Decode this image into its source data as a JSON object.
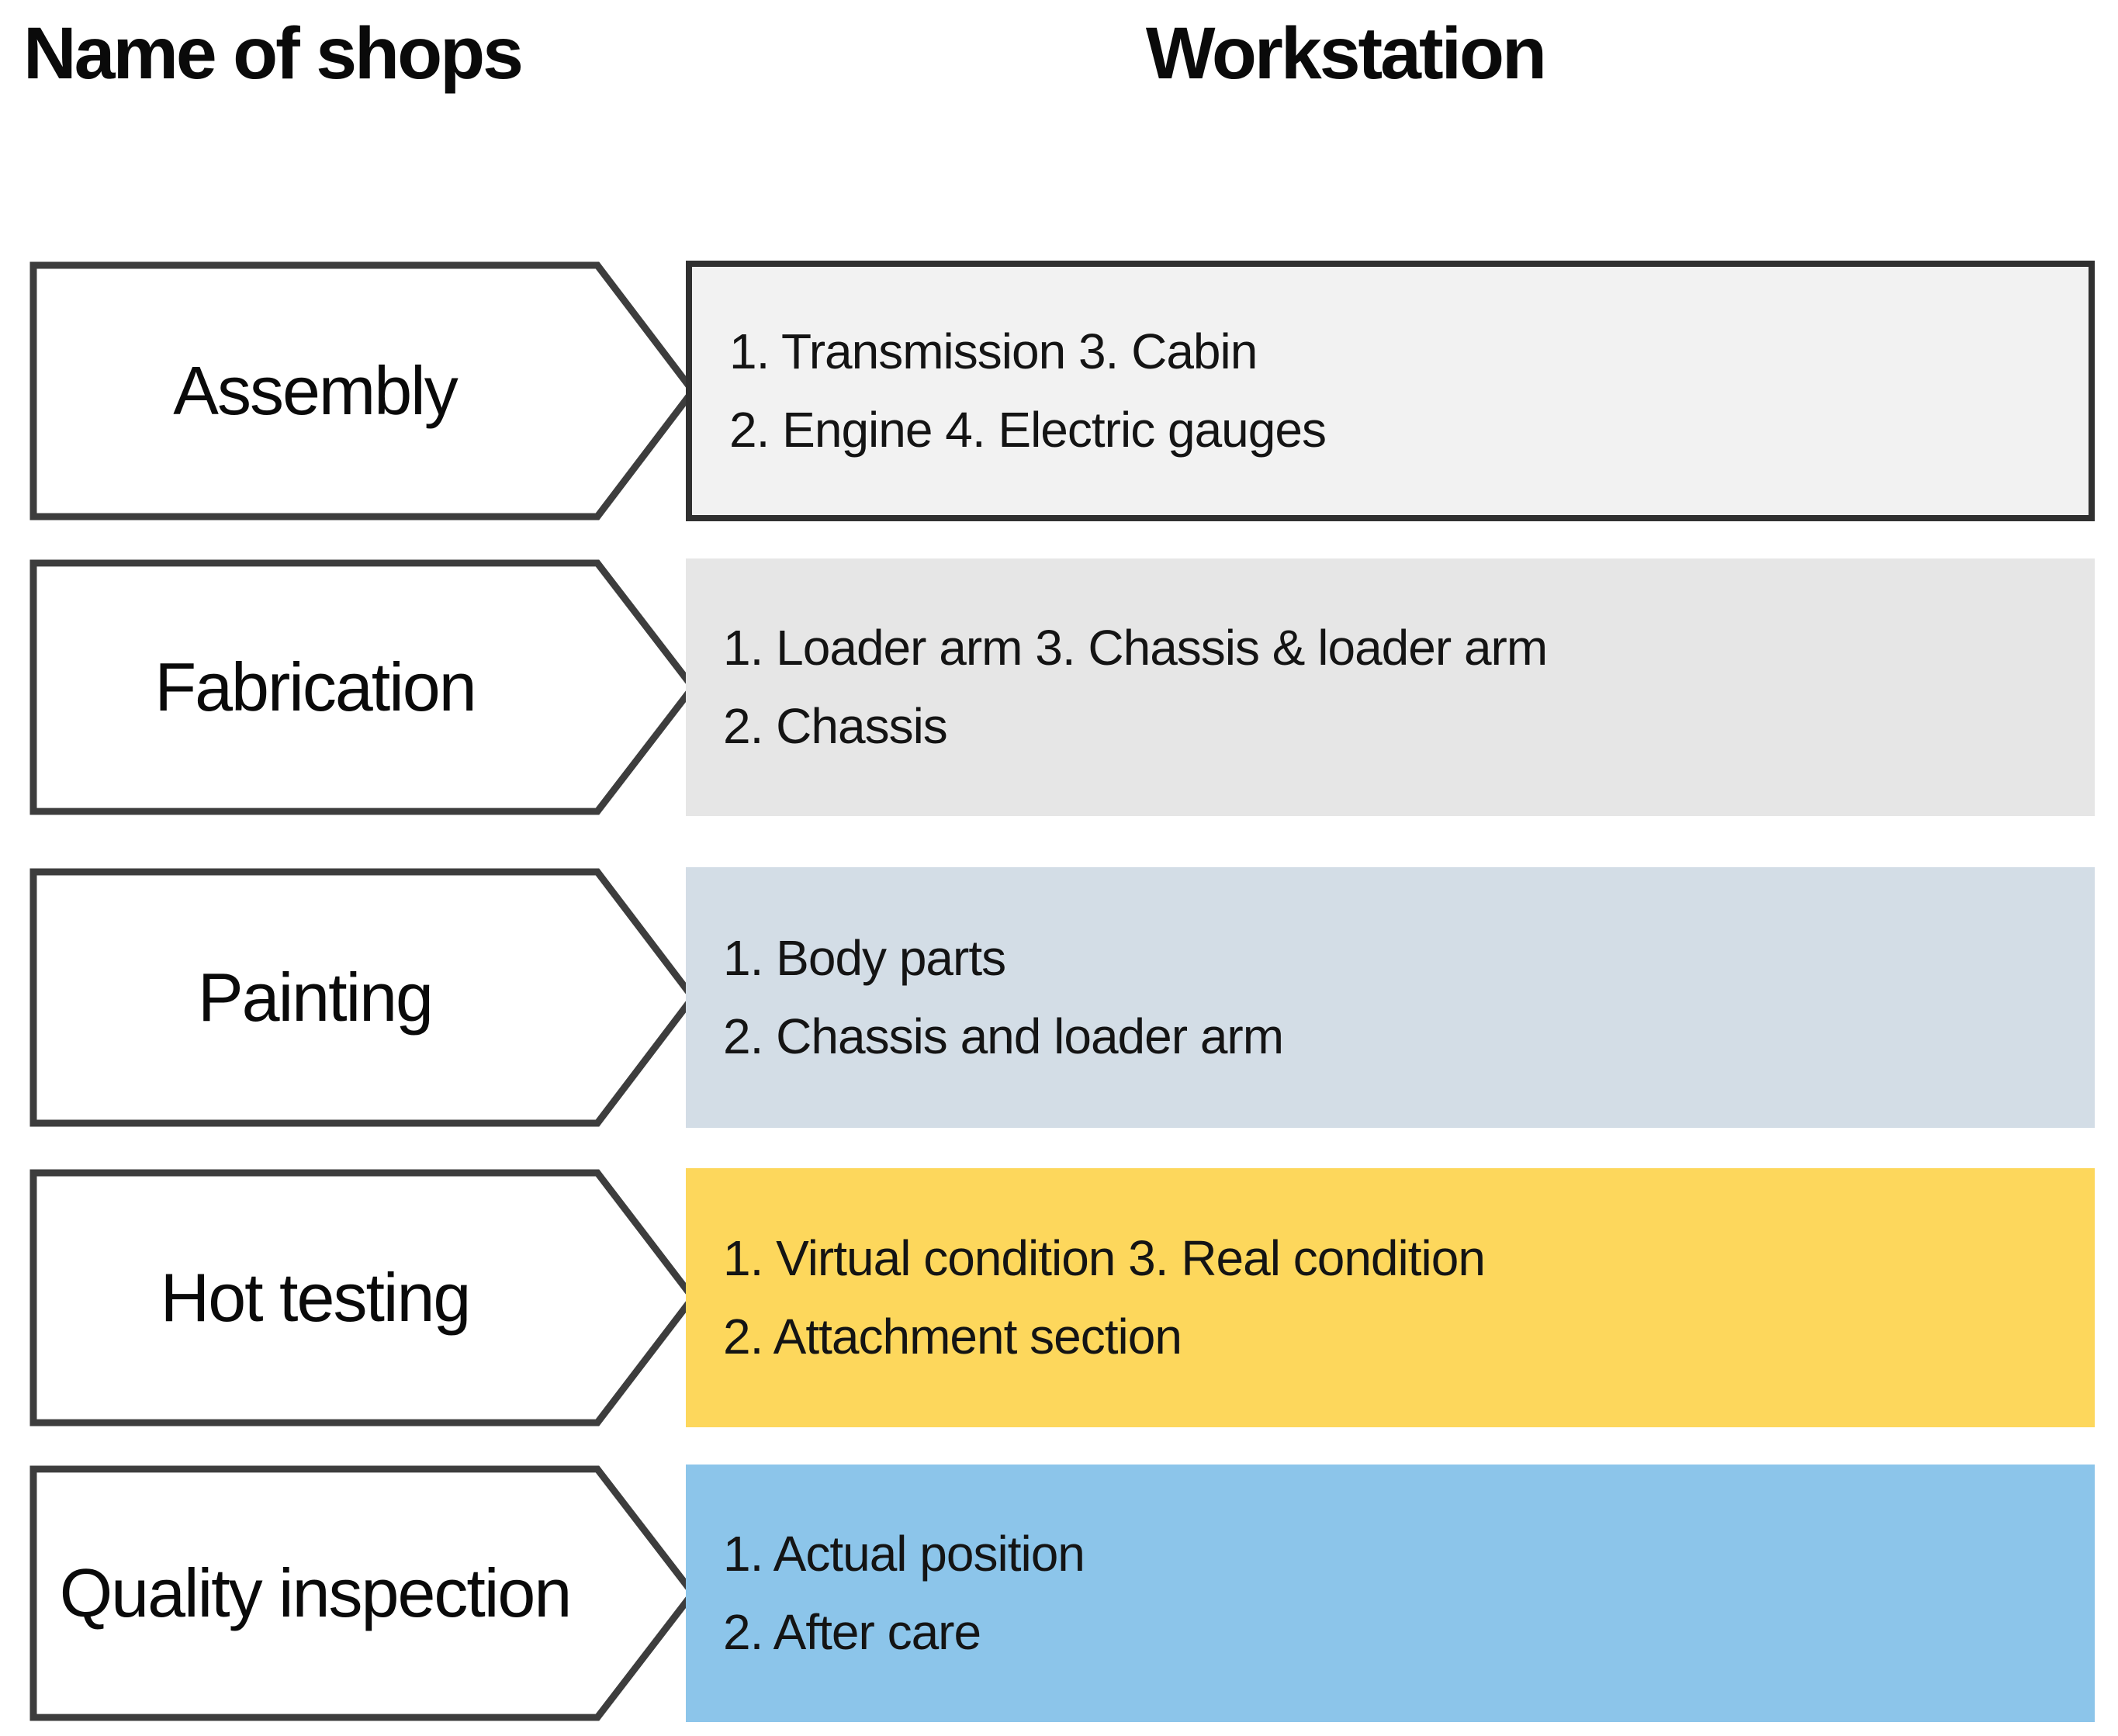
{
  "headers": {
    "left_column": "Name of shops",
    "right_column": "Workstation"
  },
  "rows": [
    {
      "shop": "Assembly",
      "workstations": {
        "line1": "1. Transmission 3. Cabin",
        "line2": "2. Engine 4. Electric gauges"
      },
      "box_fill": "#f2f2f2",
      "box_border": "#303030"
    },
    {
      "shop": "Fabrication",
      "workstations": {
        "line1": "1. Loader arm 3. Chassis & loader arm",
        "line2": "2. Chassis"
      },
      "box_fill": "#e6e6e6",
      "box_border": ""
    },
    {
      "shop": "Painting",
      "workstations": {
        "line1": "1. Body parts",
        "line2": "2. Chassis and loader arm"
      },
      "box_fill": "#d3dde6",
      "box_border": ""
    },
    {
      "shop": "Hot testing",
      "workstations": {
        "line1": "1. Virtual condition 3. Real condition",
        "line2": "2. Attachment section"
      },
      "box_fill": "#fdd75c",
      "box_border": ""
    },
    {
      "shop": "Quality inspection",
      "workstations": {
        "line1": "1. Actual position",
        "line2": "2. After care"
      },
      "box_fill": "#8cc5ea",
      "box_border": ""
    }
  ],
  "arrow_style": {
    "fill": "#ffffff",
    "stroke": "#3d3d3d"
  }
}
